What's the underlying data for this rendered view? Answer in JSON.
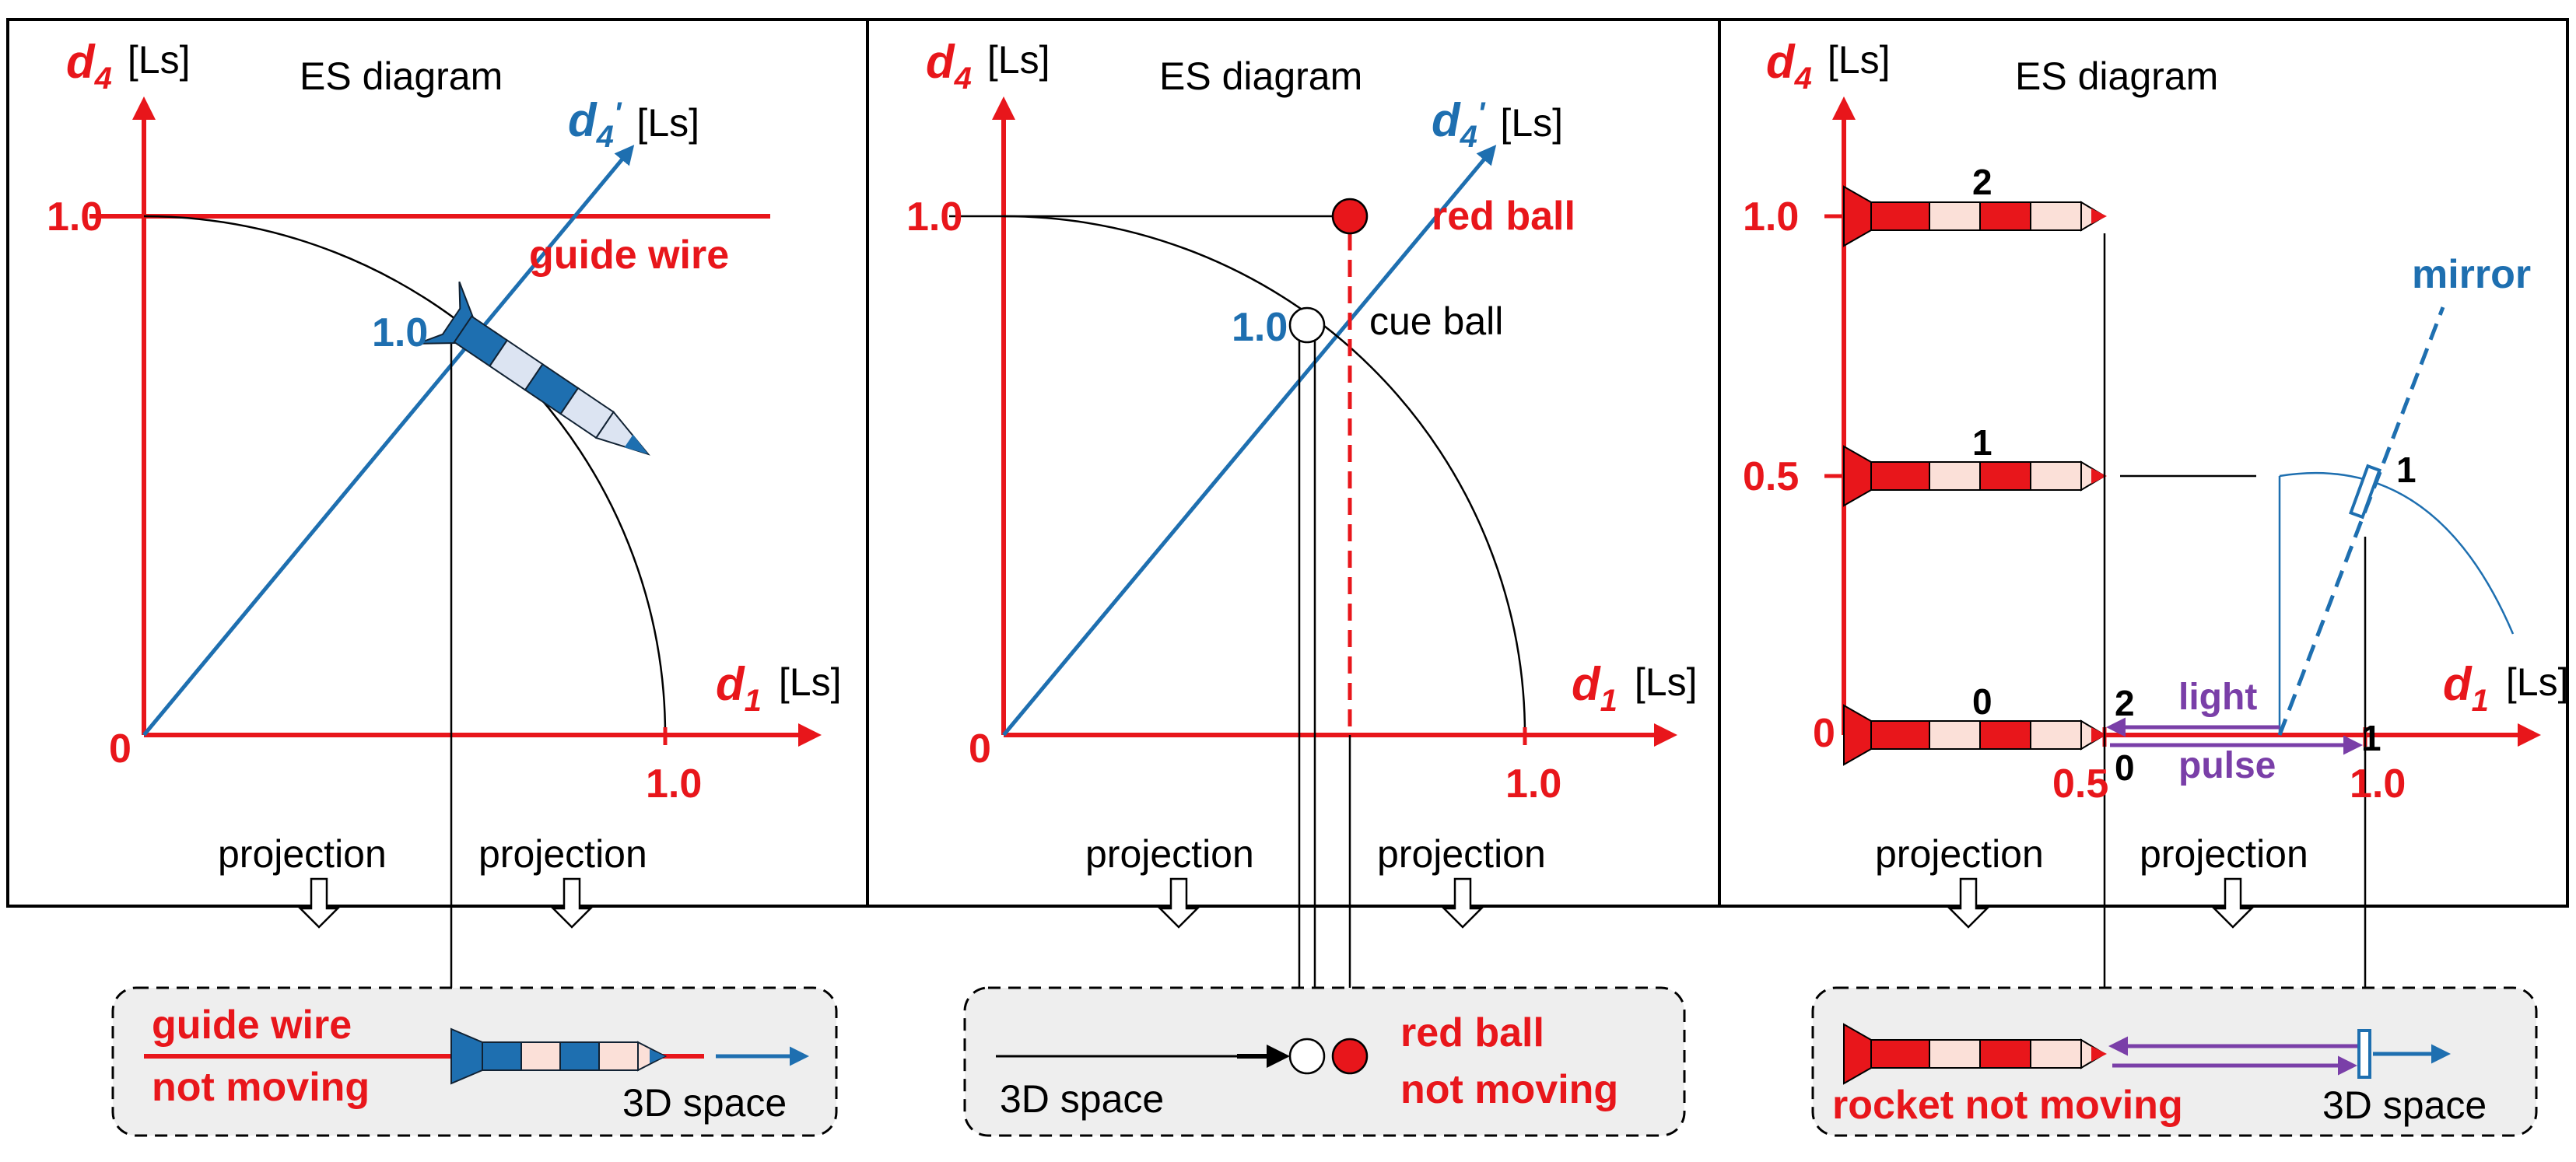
{
  "colors": {
    "red": "#e8161b",
    "blue": "#1e6fb0",
    "purple": "#7a3fa8",
    "rocket_pink": "#fbe0d8",
    "rocket_lightblue": "#dce4f2",
    "box_fill": "#eeeeee"
  },
  "panels": [
    {
      "title": "ES diagram",
      "y_axis": {
        "symbol": "d",
        "sub": "4",
        "unit": "[Ls]"
      },
      "x_axis": {
        "symbol": "d",
        "sub": "1",
        "unit": "[Ls]"
      },
      "diag_axis": {
        "symbol": "d",
        "sub": "4",
        "prime": "'",
        "unit": "[Ls]"
      },
      "tick_y_top": "1.0",
      "origin": "0",
      "tick_x_right": "1.0",
      "diag_tick": "1.0",
      "guide_wire": "guide wire",
      "proj_left": "projection",
      "proj_right": "projection"
    },
    {
      "title": "ES diagram",
      "y_axis": {
        "symbol": "d",
        "sub": "4",
        "unit": "[Ls]"
      },
      "x_axis": {
        "symbol": "d",
        "sub": "1",
        "unit": "[Ls]"
      },
      "diag_axis": {
        "symbol": "d",
        "sub": "4",
        "prime": "'",
        "unit": "[Ls]"
      },
      "tick_y_top": "1.0",
      "origin": "0",
      "tick_x_right": "1.0",
      "diag_tick": "1.0",
      "red_ball": "red ball",
      "cue_ball": "cue ball",
      "proj_left": "projection",
      "proj_right": "projection"
    },
    {
      "title": "ES diagram",
      "y_axis": {
        "symbol": "d",
        "sub": "4",
        "unit": "[Ls]"
      },
      "x_axis": {
        "symbol": "d",
        "sub": "1",
        "unit": "[Ls]"
      },
      "tick_y_top": "1.0",
      "tick_y_mid": "0.5",
      "origin": "0",
      "tick_x_half": "0.5",
      "tick_x_right": "1.0",
      "rocket_labels": [
        "2",
        "1",
        "0"
      ],
      "mirror": "mirror",
      "mirror_num": "1",
      "light": "light",
      "pulse": "pulse",
      "pulse_left_top": "2",
      "pulse_left_bottom": "0",
      "pulse_right": "1",
      "proj_left": "projection",
      "proj_right": "projection"
    }
  ],
  "boxes": [
    {
      "line1": "guide wire",
      "line2": "not moving",
      "space": "3D space"
    },
    {
      "space": "3D space",
      "line1": "red ball",
      "line2": "not moving"
    },
    {
      "line1": "rocket not moving",
      "space": "3D space"
    }
  ]
}
